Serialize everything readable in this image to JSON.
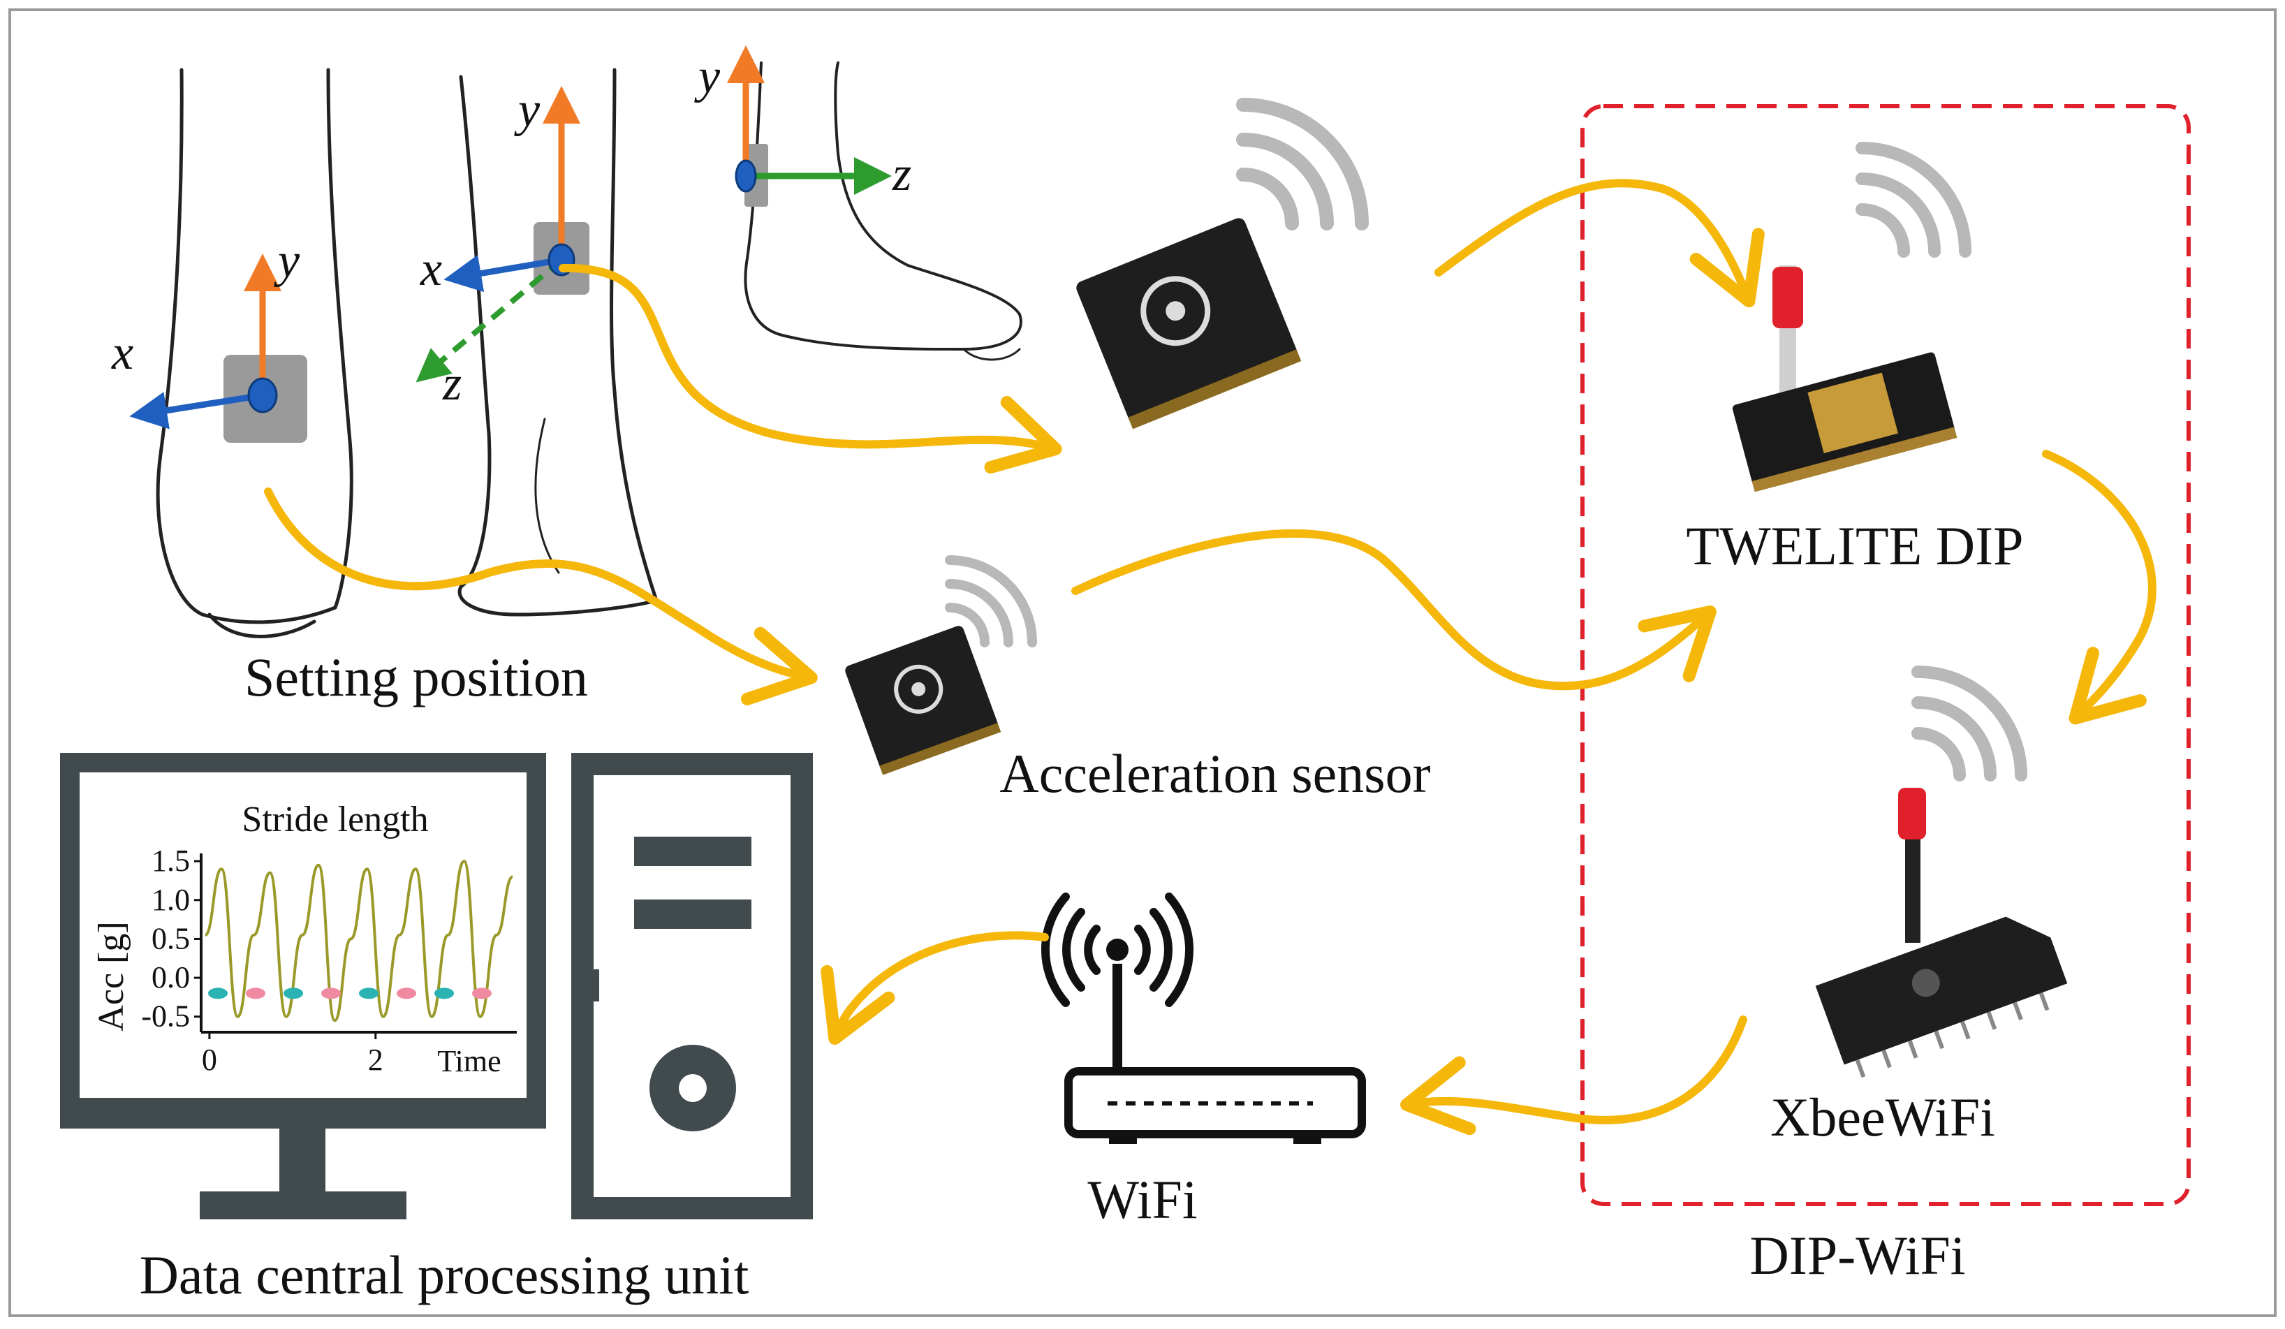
{
  "labels": {
    "setting_position": "Setting position",
    "acceleration_sensor": "Acceleration sensor",
    "twelite_dip": "TWELITE DIP",
    "xbee_wifi": "XbeeWiFi",
    "dip_wifi": "DIP-WiFi",
    "wifi": "WiFi",
    "data_unit": "Data central processing unit"
  },
  "axes": {
    "x": "x",
    "y": "y",
    "z": "z"
  },
  "colors": {
    "arrow": "#f5b70a",
    "dashed_box": "#e0202a",
    "axis_y": "#f07a26",
    "axis_x": "#1f5fbf",
    "axis_z": "#2e9b2e",
    "monitor": "#414a4d",
    "signal_grey": "#b8b8b8",
    "chart_line": "#9a9a2a"
  },
  "chart_data": {
    "type": "line",
    "title": "Stride length",
    "xlabel": "Time",
    "ylabel": "Acc [g]",
    "ylim": [
      -0.7,
      1.6
    ],
    "xlim": [
      -0.1,
      3.7
    ],
    "yticks": [
      "1.5",
      "1.0",
      "0.5",
      "0.0",
      "-0.5"
    ],
    "xticks": [
      "0",
      "2"
    ],
    "series": [
      {
        "values": [
          0.55,
          1.4,
          -0.5,
          0.55,
          1.35,
          -0.5,
          0.55,
          1.45,
          -0.55,
          0.5,
          1.4,
          -0.5,
          0.55,
          1.4,
          -0.5,
          0.55,
          1.5,
          -0.5,
          0.55,
          1.3
        ]
      }
    ]
  }
}
